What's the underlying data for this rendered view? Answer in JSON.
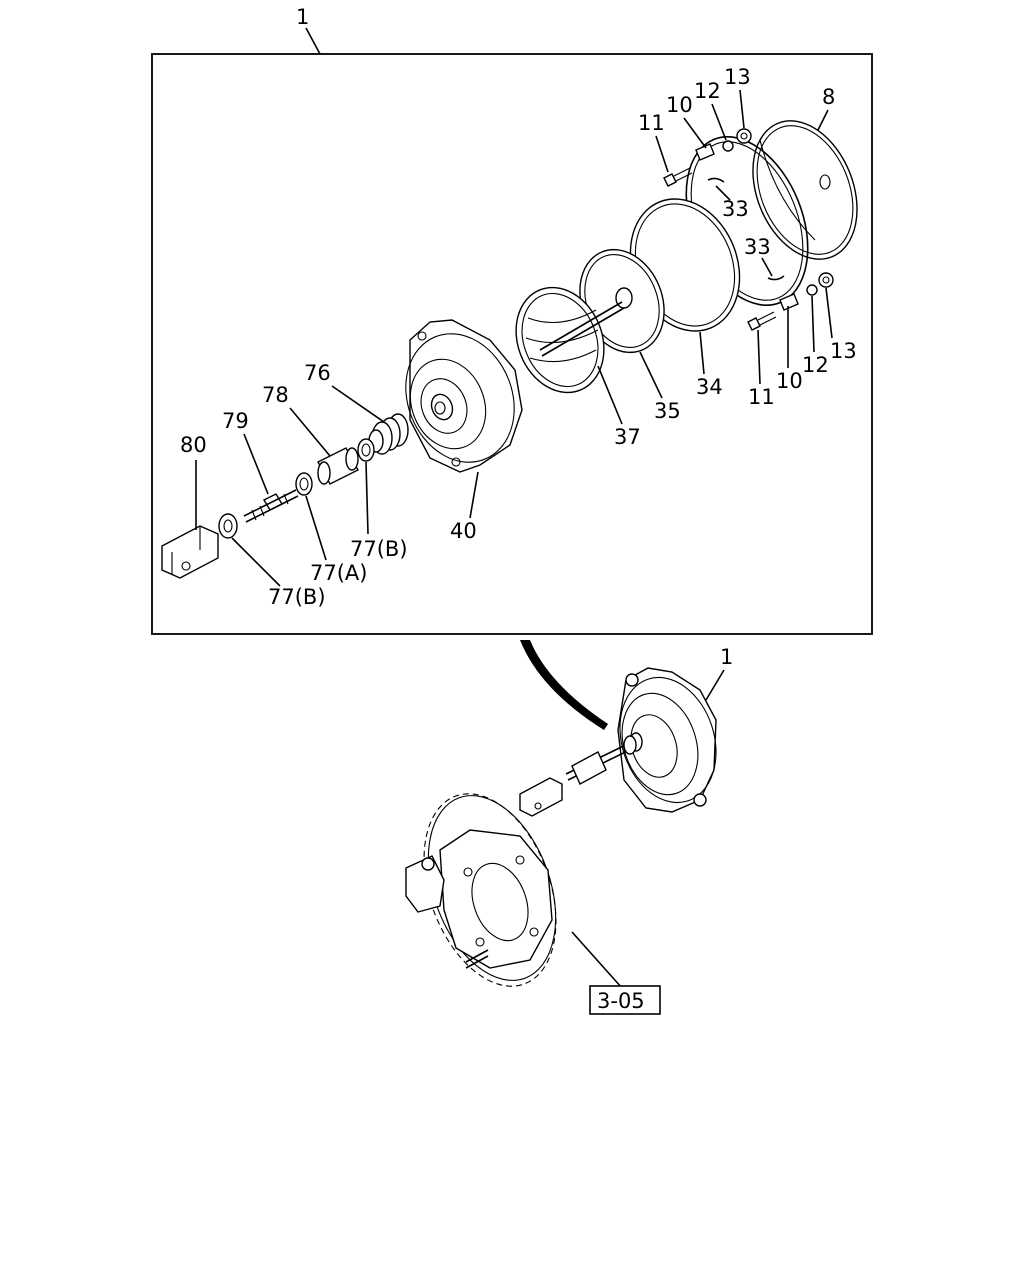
{
  "assembly": {
    "top_callout": "1",
    "inset_callout": "1",
    "reference_box": "3-05"
  },
  "callouts": {
    "p8": "8",
    "p10_top": "10",
    "p10_bottom": "10",
    "p11_top": "11",
    "p11_bottom": "11",
    "p12_top": "12",
    "p12_bottom": "12",
    "p13_top": "13",
    "p13_bottom": "13",
    "p33_top": "33",
    "p33_bottom": "33",
    "p34": "34",
    "p35": "35",
    "p37": "37",
    "p40": "40",
    "p76": "76",
    "p77b_upper": "77(B)",
    "p77a": "77(A)",
    "p77b_lower": "77(B)",
    "p78": "78",
    "p79": "79",
    "p80": "80"
  }
}
